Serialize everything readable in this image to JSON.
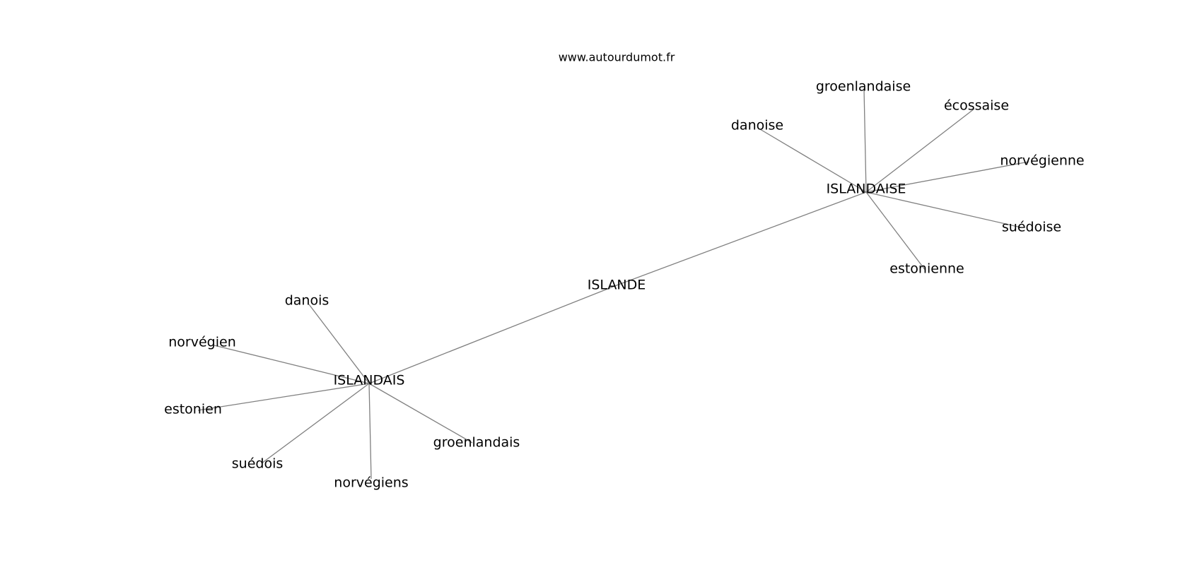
{
  "source": "www.autourdumot.fr",
  "colors": {
    "edge": "#808080",
    "text": "#000000",
    "background": "#ffffff"
  },
  "nodes": [
    {
      "id": "ISLANDE",
      "label": "ISLANDE"
    },
    {
      "id": "ISLANDAIS",
      "label": "ISLANDAIS"
    },
    {
      "id": "ISLANDAISE",
      "label": "ISLANDAISE"
    },
    {
      "id": "danois",
      "label": "danois"
    },
    {
      "id": "norvegien",
      "label": "norvégien"
    },
    {
      "id": "estonien",
      "label": "estonien"
    },
    {
      "id": "suedois",
      "label": "suédois"
    },
    {
      "id": "norvegiens",
      "label": "norvégiens"
    },
    {
      "id": "groenlandais",
      "label": "groenlandais"
    },
    {
      "id": "danoise",
      "label": "danoise"
    },
    {
      "id": "groenlandaise",
      "label": "groenlandaise"
    },
    {
      "id": "ecossaise",
      "label": "écossaise"
    },
    {
      "id": "norvegienne",
      "label": "norvégienne"
    },
    {
      "id": "suedoise",
      "label": "suédoise"
    },
    {
      "id": "estonienne",
      "label": "estonienne"
    }
  ],
  "edges": [
    [
      "ISLANDE",
      "ISLANDAIS"
    ],
    [
      "ISLANDE",
      "ISLANDAISE"
    ],
    [
      "ISLANDAIS",
      "danois"
    ],
    [
      "ISLANDAIS",
      "norvegien"
    ],
    [
      "ISLANDAIS",
      "estonien"
    ],
    [
      "ISLANDAIS",
      "suedois"
    ],
    [
      "ISLANDAIS",
      "norvegiens"
    ],
    [
      "ISLANDAIS",
      "groenlandais"
    ],
    [
      "ISLANDAISE",
      "danoise"
    ],
    [
      "ISLANDAISE",
      "groenlandaise"
    ],
    [
      "ISLANDAISE",
      "ecossaise"
    ],
    [
      "ISLANDAISE",
      "norvegienne"
    ],
    [
      "ISLANDAISE",
      "suedoise"
    ],
    [
      "ISLANDAISE",
      "estonienne"
    ]
  ]
}
